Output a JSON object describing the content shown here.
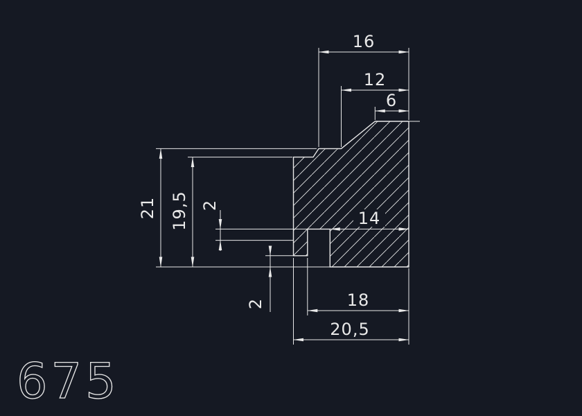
{
  "drawing": {
    "part_number": "675",
    "dimensions": {
      "top_width": "16",
      "mid_width": "12",
      "chamfer_flat": "6",
      "overall_height": "21",
      "left_height": "19,5",
      "groove_height": "2",
      "leg_width": "14",
      "bottom_width": "18",
      "foot_offset": "2",
      "overall_width": "20,5"
    },
    "colors": {
      "background": "#151923",
      "line": "#e9e9e9"
    }
  }
}
